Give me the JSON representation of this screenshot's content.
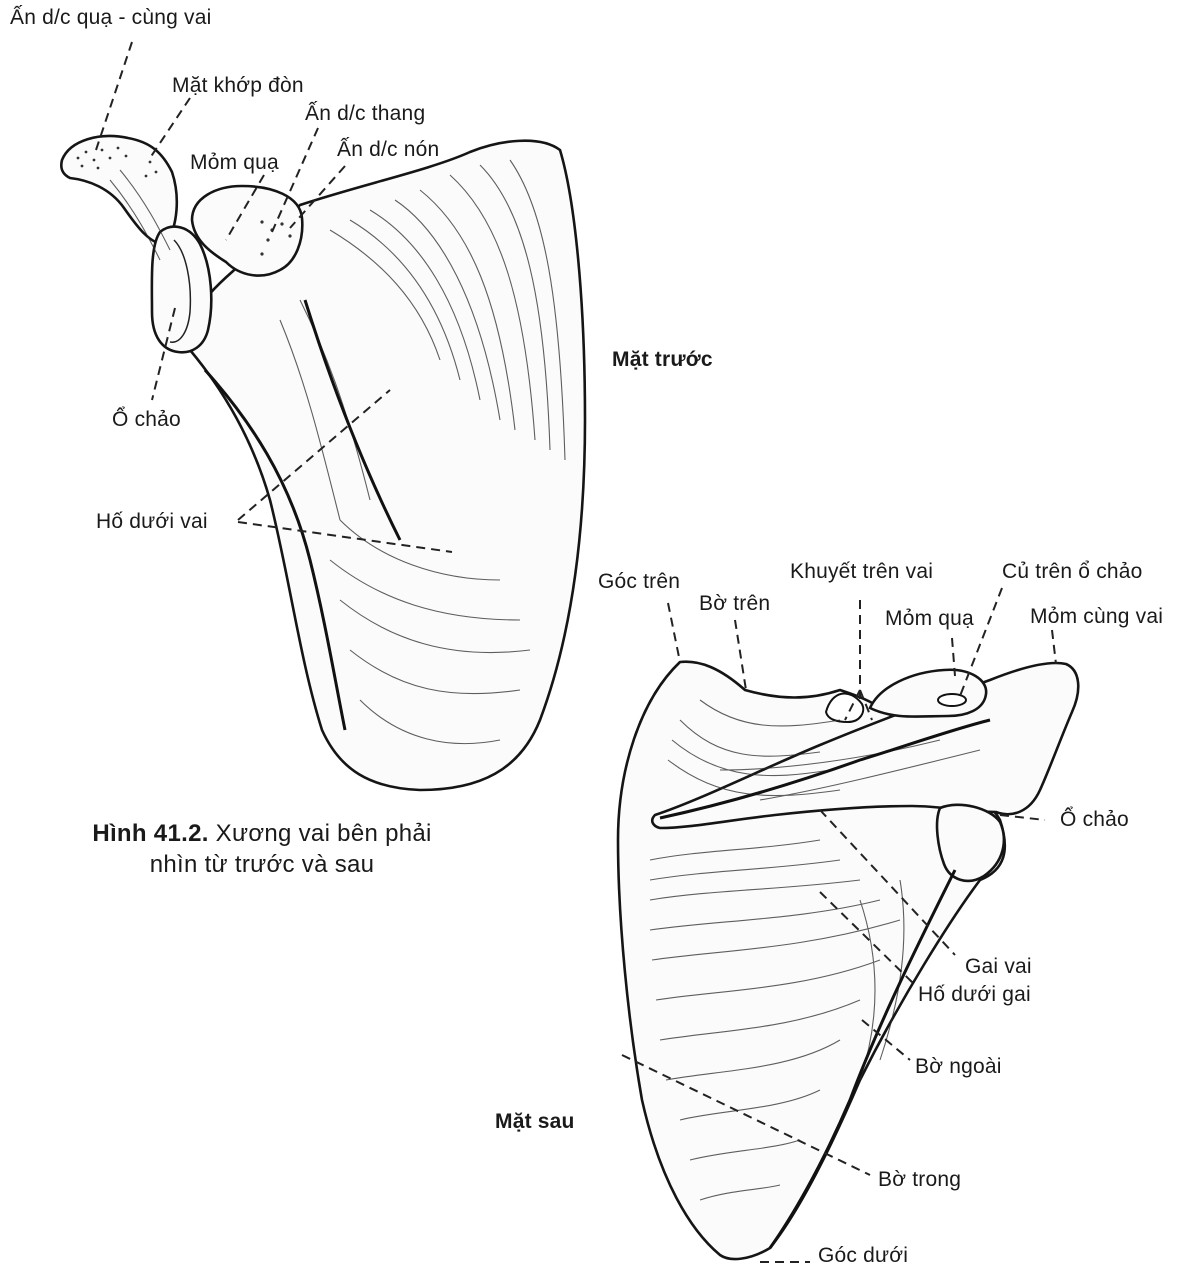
{
  "figure": {
    "caption_number": "Hình 41.2.",
    "caption_text_line1": "Xương vai bên phải",
    "caption_text_line2": "nhìn từ trước và sau"
  },
  "anterior_view": {
    "title": "Mặt trước",
    "labels": {
      "coracoacromial_ligament_impression": "Ấn d/c quạ - cùng vai",
      "clavicular_facet": "Mặt khớp đòn",
      "trapezoid_impression": "Ấn d/c thang",
      "coracoid_process": "Mỏm quạ",
      "conoid_impression": "Ấn d/c nón",
      "glenoid_cavity": "Ổ chảo",
      "subscapular_fossa": "Hố dưới vai"
    }
  },
  "posterior_view": {
    "title": "Mặt sau",
    "labels": {
      "superior_angle": "Góc trên",
      "superior_border": "Bờ trên",
      "suprascapular_notch": "Khuyết trên vai",
      "supraglenoid_tubercle": "Củ trên ổ chảo",
      "coracoid_process": "Mỏm quạ",
      "acromion": "Mỏm cùng vai",
      "glenoid_cavity": "Ổ chảo",
      "spine": "Gai vai",
      "infraspinous_fossa": "Hố dưới gai",
      "lateral_border": "Bờ ngoài",
      "medial_border": "Bờ trong",
      "inferior_angle": "Góc dưới"
    }
  }
}
